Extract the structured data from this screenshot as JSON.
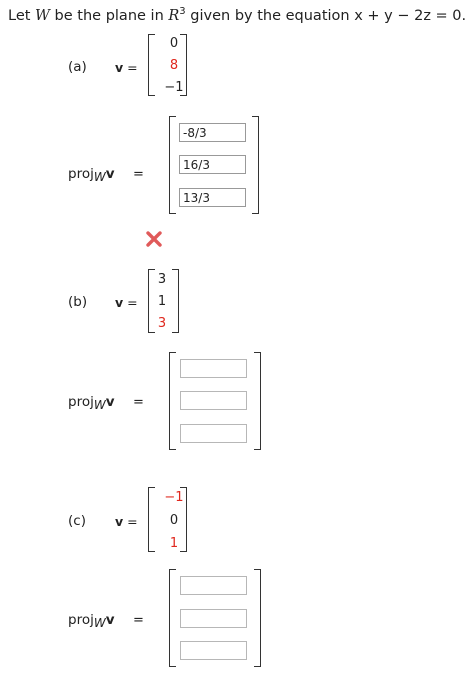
{
  "problem": {
    "text_prefix": "Let ",
    "W": "W",
    "text_mid": " be the plane in ",
    "R": "R",
    "exp": "3",
    "text_suffix": " given by the equation  x + y − 2z = 0."
  },
  "parts": [
    {
      "label": "(a)",
      "v_label": "v",
      "v_eq": " =",
      "v": [
        "0",
        "8",
        "−1"
      ],
      "proj_prefix": "proj",
      "proj_sub": "W",
      "proj_v": "v",
      "proj_eq": "=",
      "answers": [
        "-8/3",
        "16/3",
        "13/3"
      ],
      "result": "incorrect"
    },
    {
      "label": "(b)",
      "v_label": "v",
      "v_eq": " =",
      "v": [
        "3",
        "1",
        "3"
      ],
      "proj_prefix": "proj",
      "proj_sub": "W",
      "proj_v": "v",
      "proj_eq": "=",
      "answers": [
        "",
        "",
        ""
      ]
    },
    {
      "label": "(c)",
      "v_label": "v",
      "v_eq": " =",
      "v": [
        "−1",
        "0",
        "1"
      ],
      "proj_prefix": "proj",
      "proj_sub": "W",
      "proj_v": "v",
      "proj_eq": "=",
      "answers": [
        "",
        "",
        ""
      ]
    }
  ],
  "colors": {
    "highlight": "#e0281e",
    "incorrect": "#e05a5a"
  },
  "icons": {
    "incorrect": "x-mark-icon"
  }
}
